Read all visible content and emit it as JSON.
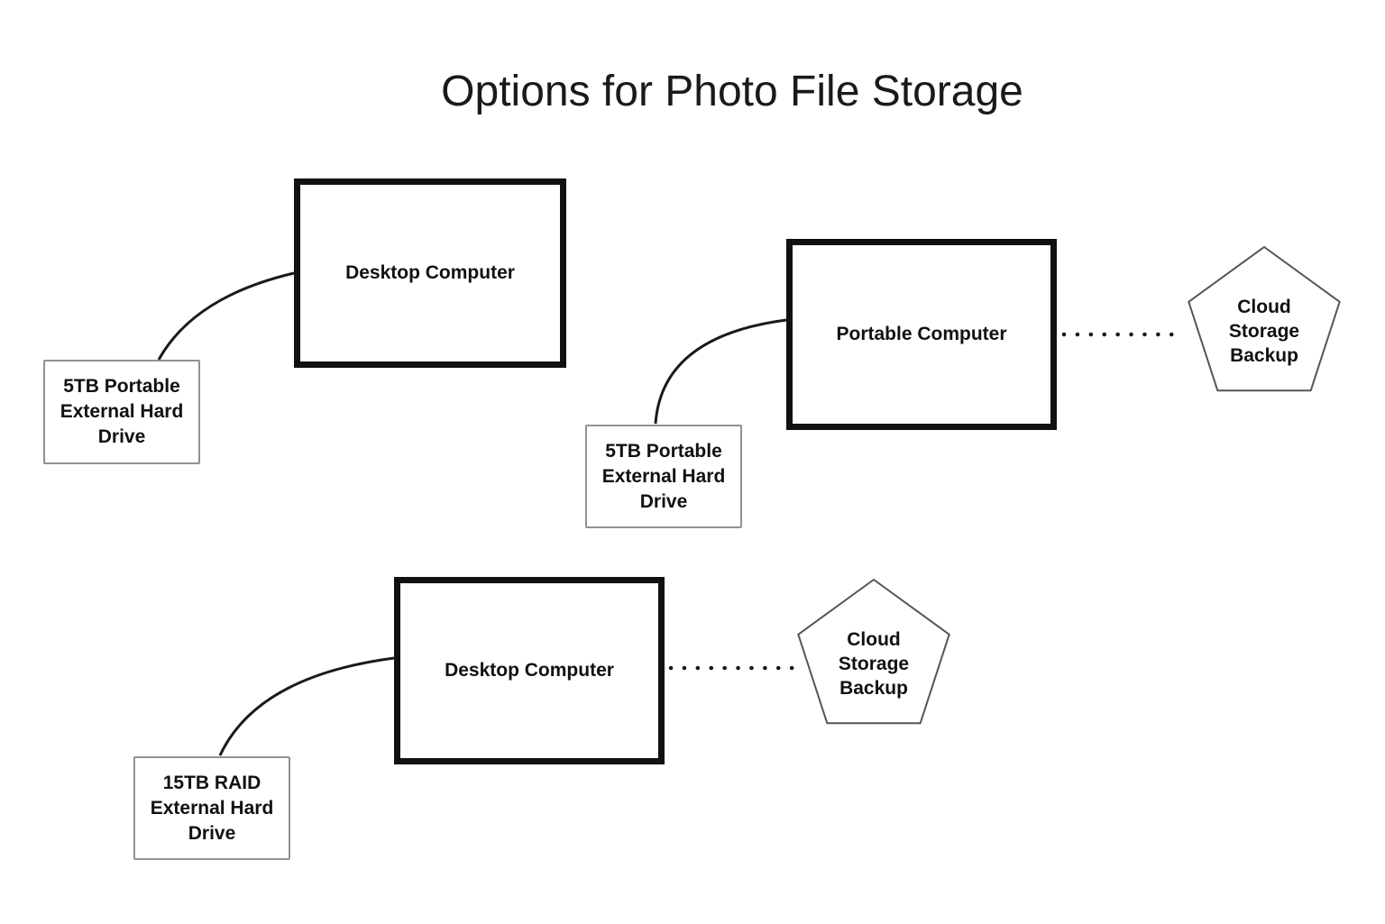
{
  "title": "Options for Photo File Storage",
  "diagram": {
    "nodes": {
      "desktop_top": {
        "label": "Desktop Computer",
        "shape": "rectangle-thick"
      },
      "hdd_top_left": {
        "label": "5TB Portable External Hard Drive",
        "shape": "rectangle-thin"
      },
      "portable": {
        "label": "Portable Computer",
        "shape": "rectangle-thick"
      },
      "hdd_middle": {
        "label": "5TB Portable External Hard Drive",
        "shape": "rectangle-thin"
      },
      "desktop_bottom": {
        "label": "Desktop Computer",
        "shape": "rectangle-thick"
      },
      "raid_bottom": {
        "label": "15TB RAID External Hard Drive",
        "shape": "rectangle-thin"
      },
      "cloud_top": {
        "label": "Cloud Storage Backup",
        "shape": "pentagon"
      },
      "cloud_bottom": {
        "label": "Cloud Storage Backup",
        "shape": "pentagon"
      }
    },
    "edges": [
      {
        "from": "hdd_top_left",
        "to": "desktop_top",
        "style": "solid-curve"
      },
      {
        "from": "hdd_middle",
        "to": "portable",
        "style": "solid-curve"
      },
      {
        "from": "portable",
        "to": "cloud_top",
        "style": "dotted"
      },
      {
        "from": "raid_bottom",
        "to": "desktop_bottom",
        "style": "solid-curve"
      },
      {
        "from": "desktop_bottom",
        "to": "cloud_bottom",
        "style": "dotted"
      }
    ],
    "colors": {
      "line": "#1a1a1a",
      "thick_border": "#111111",
      "thin_border": "#919191",
      "pentagon_border": "#555555",
      "text": "#111111",
      "background": "#ffffff"
    }
  }
}
